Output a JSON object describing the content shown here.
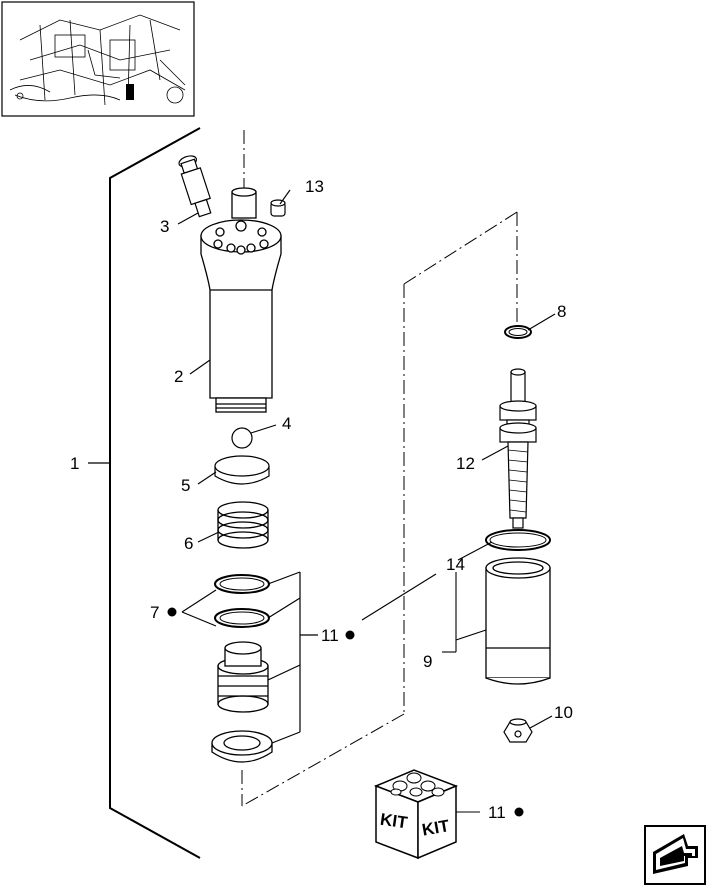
{
  "diagram": {
    "callouts": {
      "c1": "1",
      "c2": "2",
      "c3": "3",
      "c4": "4",
      "c5": "5",
      "c6": "6",
      "c7": "7",
      "c8": "8",
      "c9": "9",
      "c10": "10",
      "c11a": "11",
      "c11b": "11",
      "c12": "12",
      "c13": "13",
      "c14": "14"
    },
    "kit_label_left": "KIT",
    "kit_label_right": "KIT"
  },
  "icons": {
    "thumbnail": "machine-location-thumbnail",
    "nav": "arrow-navigation-icon",
    "kit": "kit-box-icon",
    "bullet": "filled-dot-bullet"
  }
}
